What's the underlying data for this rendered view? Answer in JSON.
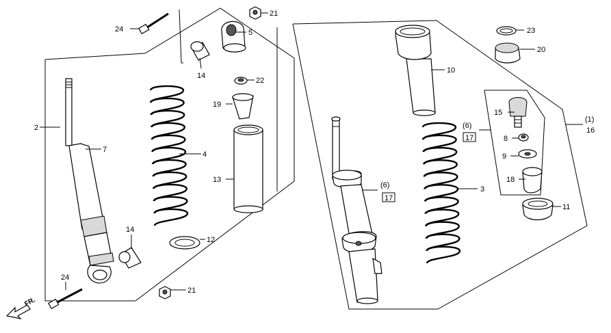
{
  "labels": {
    "p2": "2",
    "p7": "7",
    "p4": "4",
    "p5": "5",
    "p14a": "14",
    "p14b": "14",
    "p24a": "24",
    "p24b": "24",
    "p21a": "21",
    "p21b": "21",
    "p22": "22",
    "p19": "19",
    "p13": "13",
    "p12": "12",
    "p10": "10",
    "p23": "23",
    "p20": "20",
    "p15": "15",
    "p8": "8",
    "p9": "9",
    "p18": "18",
    "p11": "11",
    "p3": "3",
    "p6a": "(6)",
    "p17a": "17",
    "p6b": "(6)",
    "p17b": "17",
    "p1": "(1)",
    "p16": "16"
  },
  "direction": {
    "label": "FR."
  }
}
